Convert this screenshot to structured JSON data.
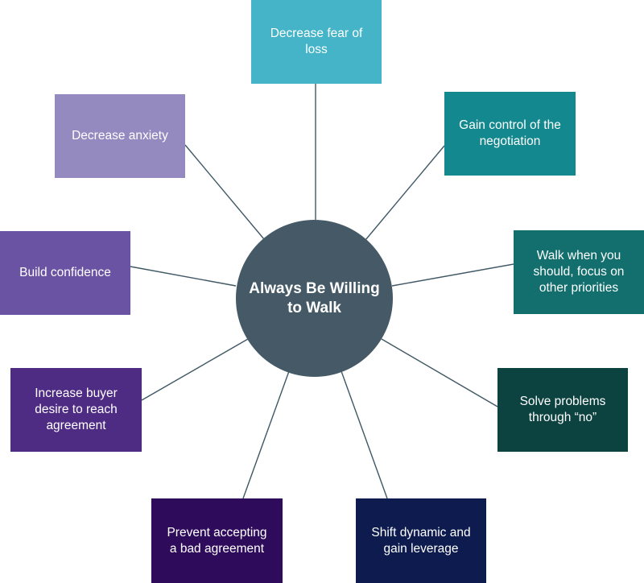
{
  "center": {
    "label": "Always Be Willing\nto Walk",
    "color": "#455a66"
  },
  "nodes": [
    {
      "id": "fear",
      "label": "Decrease fear of\nloss",
      "color": "#45b4c8"
    },
    {
      "id": "control",
      "label": "Gain control of the\nnegotiation",
      "color": "#13888f"
    },
    {
      "id": "walk",
      "label": "Walk when you\nshould, focus on\nother priorities",
      "color": "#126f6e"
    },
    {
      "id": "solve",
      "label": "Solve problems\nthrough “no”",
      "color": "#0c4341"
    },
    {
      "id": "shift",
      "label": "Shift dynamic and\ngain leverage",
      "color": "#0d1b4e"
    },
    {
      "id": "prevent",
      "label": "Prevent accepting\na bad agreement",
      "color": "#2f0c5b"
    },
    {
      "id": "buyer",
      "label": "Increase buyer\ndesire to reach\nagreement",
      "color": "#4f2c84"
    },
    {
      "id": "confidence",
      "label": "Build confidence",
      "color": "#6b53a4"
    },
    {
      "id": "anxiety",
      "label": "Decrease anxiety",
      "color": "#948ac0"
    }
  ],
  "connector_color": "#3f5865"
}
